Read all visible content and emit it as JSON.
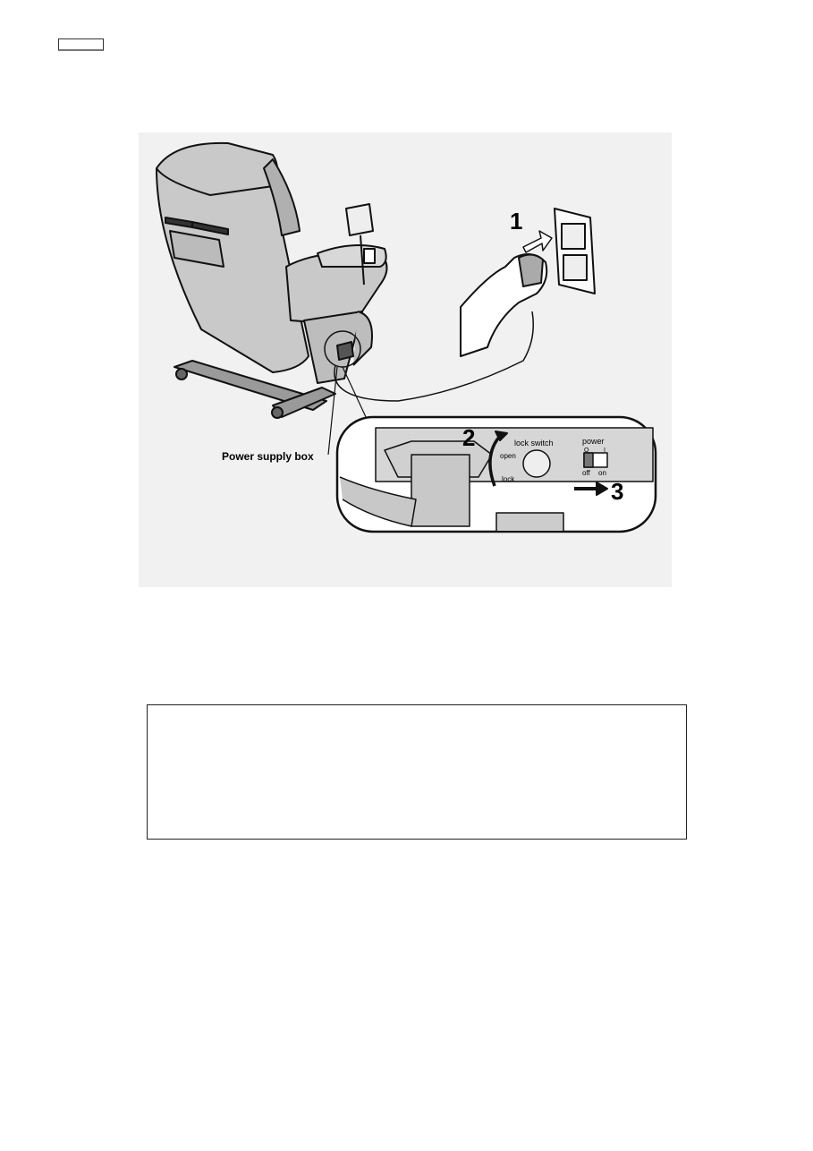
{
  "figure": {
    "steps": [
      "1",
      "2",
      "3"
    ],
    "callout_label": "Power supply box",
    "lock_switch_label": "lock switch",
    "lock_open_label": "open",
    "lock_lock_label": "lock",
    "power_label": "power",
    "power_off_symbol": "O",
    "power_on_symbol": "I",
    "power_off_label": "off",
    "power_on_label": "on"
  },
  "note_box": {}
}
